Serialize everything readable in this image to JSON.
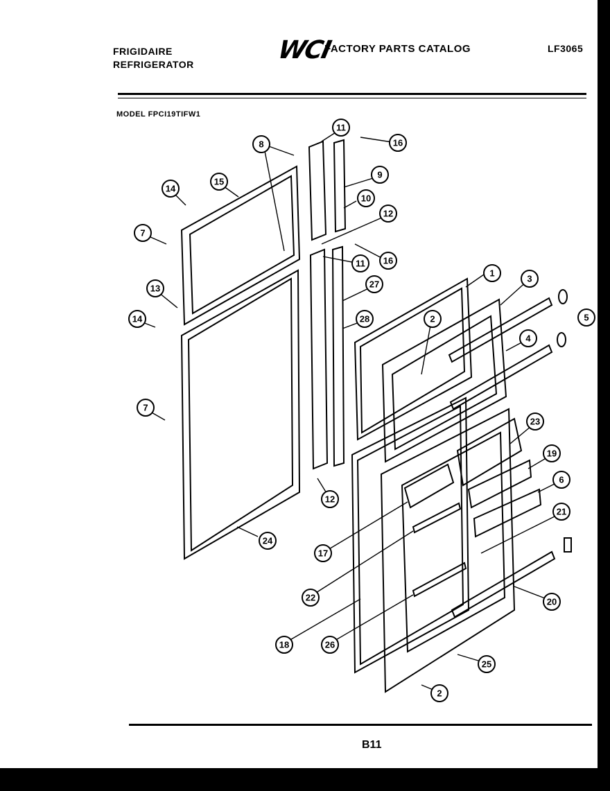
{
  "header": {
    "brand_line1": "FRIGIDAIRE",
    "brand_line2": "REFRIGERATOR",
    "logo": "WCI",
    "catalog_title": "FACTORY PARTS CATALOG",
    "catalog_number": "LF3065",
    "model_label": "MODEL FPCI19TIFW1"
  },
  "footer": {
    "page": "B11"
  },
  "diagram": {
    "callouts": [
      "1",
      "2",
      "3",
      "4",
      "5",
      "6",
      "7",
      "8",
      "9",
      "10",
      "11",
      "12",
      "13",
      "14",
      "15",
      "16",
      "17",
      "18",
      "19",
      "20",
      "21",
      "22",
      "23",
      "24",
      "25",
      "26",
      "27",
      "28"
    ]
  }
}
